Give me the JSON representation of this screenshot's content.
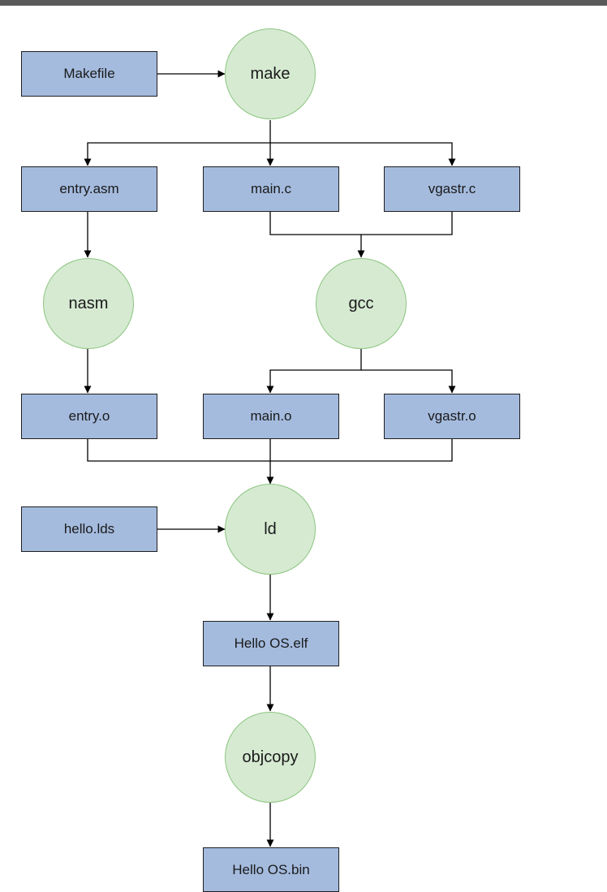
{
  "diagram": {
    "tools": {
      "make": "make",
      "nasm": "nasm",
      "gcc": "gcc",
      "ld": "ld",
      "objcopy": "objcopy"
    },
    "files": {
      "makefile": "Makefile",
      "entry_asm": "entry.asm",
      "main_c": "main.c",
      "vgastr_c": "vgastr.c",
      "entry_o": "entry.o",
      "main_o": "main.o",
      "vgastr_o": "vgastr.o",
      "hello_lds": "hello.lds",
      "hello_elf": "Hello OS.elf",
      "hello_bin": "Hello OS.bin"
    },
    "colors": {
      "file_fill": "#a4bbde",
      "tool_fill": "#d6ead2",
      "tool_border": "#8cc57f",
      "edge": "#000000",
      "top_bar": "#5a5a5a"
    },
    "edges": [
      {
        "from": "Makefile",
        "to": "make"
      },
      {
        "from": "make",
        "to": "entry.asm"
      },
      {
        "from": "make",
        "to": "main.c"
      },
      {
        "from": "make",
        "to": "vgastr.c"
      },
      {
        "from": "entry.asm",
        "to": "nasm"
      },
      {
        "from": "main.c",
        "to": "gcc"
      },
      {
        "from": "vgastr.c",
        "to": "gcc"
      },
      {
        "from": "nasm",
        "to": "entry.o"
      },
      {
        "from": "gcc",
        "to": "main.o"
      },
      {
        "from": "gcc",
        "to": "vgastr.o"
      },
      {
        "from": "entry.o",
        "to": "ld"
      },
      {
        "from": "main.o",
        "to": "ld"
      },
      {
        "from": "vgastr.o",
        "to": "ld"
      },
      {
        "from": "hello.lds",
        "to": "ld"
      },
      {
        "from": "ld",
        "to": "Hello OS.elf"
      },
      {
        "from": "Hello OS.elf",
        "to": "objcopy"
      },
      {
        "from": "objcopy",
        "to": "Hello OS.bin"
      }
    ]
  }
}
